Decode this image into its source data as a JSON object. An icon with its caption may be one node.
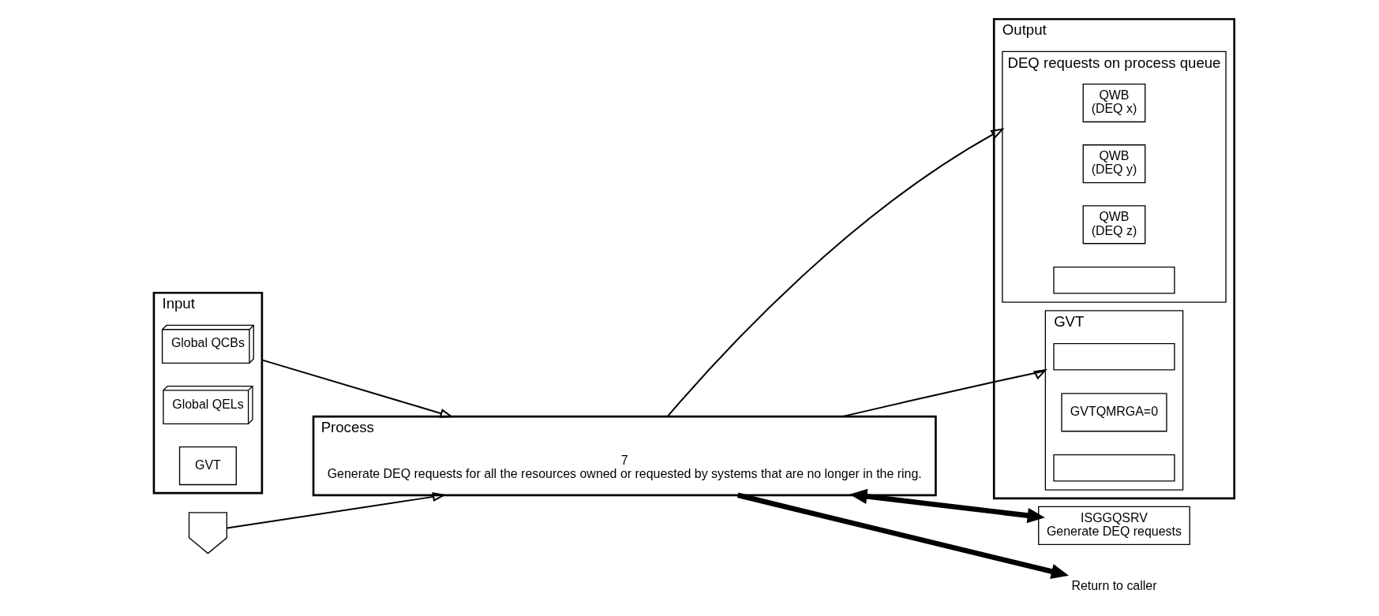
{
  "diagram": {
    "nodes": [
      {
        "text": [
          "Input"
        ]
      },
      {
        "text": [
          "Global QCBs"
        ],
        "in": 0
      },
      {
        "text": [
          "Global QELs"
        ],
        "in": 0
      },
      {
        "text": [
          "GVT"
        ],
        "in": 0
      },
      {
        "text": [
          "Process"
        ]
      },
      {
        "text": [
          "7",
          "Generate DEQ requests for all the resources owned or requested by systems that are no longer in the ring."
        ],
        "in": 4
      },
      {
        "text": [
          "Output"
        ]
      },
      {
        "text": [
          "DEQ requests on process queue"
        ],
        "in": 6
      },
      {
        "text": [
          "QWB",
          "(DEQ x)"
        ],
        "in": 7
      },
      {
        "text": [
          "QWB",
          "(DEQ y)"
        ],
        "in": 7
      },
      {
        "text": [
          "QWB",
          "(DEQ z)"
        ],
        "in": 7
      },
      {
        "text": [],
        "shape": "box",
        "in": 7
      },
      {
        "text": [
          "GVT"
        ],
        "in": 6
      },
      {
        "text": [],
        "shape": "box",
        "in": 12
      },
      {
        "text": [
          "GVTQMRGA=0"
        ],
        "in": 12
      },
      {
        "text": [],
        "shape": "box",
        "in": 12
      },
      {
        "text": [
          "ISGGQSRV",
          "Generate DEQ requests"
        ]
      },
      {
        "text": [],
        "shape": "pentagon"
      },
      {
        "text": [
          "Return to caller"
        ]
      }
    ],
    "edges": [
      {
        "from": 0,
        "to": 4,
        "arrow": "to"
      },
      {
        "from": 4,
        "to": 7,
        "arrow": "to"
      },
      {
        "from": 4,
        "to": 12,
        "arrow": "to"
      },
      {
        "from": 4,
        "to": 16,
        "arrow": "both",
        "style": "thick"
      },
      {
        "from": 17,
        "to": 4,
        "arrow": "to"
      },
      {
        "from": 4,
        "to": 18,
        "arrow": "to",
        "style": "thick"
      }
    ]
  }
}
